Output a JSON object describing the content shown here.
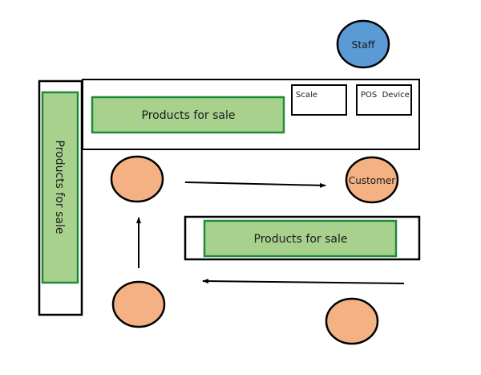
{
  "title": "Store floor layout",
  "colors": {
    "product_fill": "#a9d18e",
    "product_border": "#1e8a3a",
    "staff_fill": "#5b9bd5",
    "customer_fill": "#f4b183",
    "outline": "#000000"
  },
  "counter": {
    "products_label": "Products for sale",
    "scale_label": "Scale",
    "pos_label": "POS  Device"
  },
  "left_shelf": {
    "products_label": "Products for sale"
  },
  "middle_shelf": {
    "products_label": "Products for sale"
  },
  "staff": {
    "label": "Staff"
  },
  "customers": [
    {
      "label": ""
    },
    {
      "label": "Customer"
    },
    {
      "label": ""
    },
    {
      "label": ""
    }
  ],
  "flow": {
    "arrows": [
      {
        "direction": "up",
        "meaning": "customer moves up left aisle"
      },
      {
        "direction": "right",
        "meaning": "customer moves toward counter"
      },
      {
        "direction": "left",
        "meaning": "customer moves along bottom aisle"
      }
    ]
  }
}
